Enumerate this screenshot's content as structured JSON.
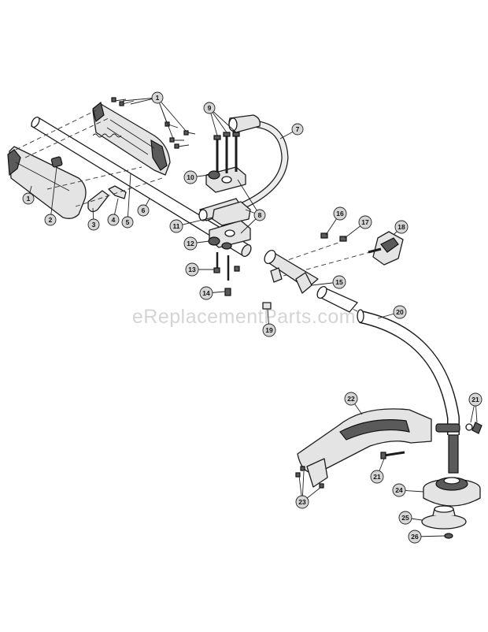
{
  "watermark": "eReplacementParts.com",
  "callouts": [
    {
      "label": "1"
    },
    {
      "label": "1"
    },
    {
      "label": "2"
    },
    {
      "label": "3"
    },
    {
      "label": "4"
    },
    {
      "label": "5"
    },
    {
      "label": "6"
    },
    {
      "label": "7"
    },
    {
      "label": "8"
    },
    {
      "label": "9"
    },
    {
      "label": "10"
    },
    {
      "label": "11"
    },
    {
      "label": "12"
    },
    {
      "label": "13"
    },
    {
      "label": "14"
    },
    {
      "label": "15"
    },
    {
      "label": "16"
    },
    {
      "label": "17"
    },
    {
      "label": "18"
    },
    {
      "label": "19"
    },
    {
      "label": "20"
    },
    {
      "label": "21"
    },
    {
      "label": "21"
    },
    {
      "label": "22"
    },
    {
      "label": "23"
    },
    {
      "label": "24"
    },
    {
      "label": "25"
    },
    {
      "label": "26"
    }
  ]
}
